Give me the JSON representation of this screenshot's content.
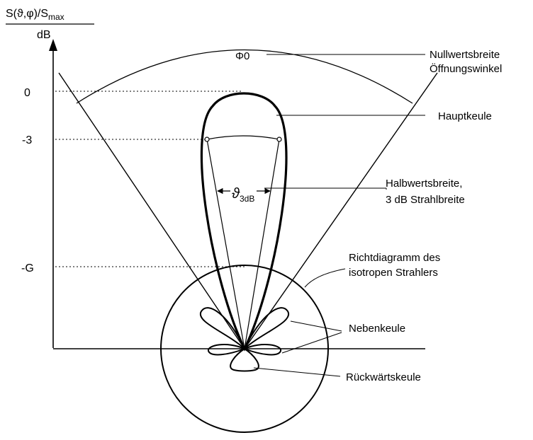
{
  "axis": {
    "ylabel_num": "S(ϑ,φ)/S",
    "ylabel_sub": "max",
    "ylabel_unit": "dB",
    "ticks": [
      "0",
      "-3",
      "-G"
    ]
  },
  "symbols": {
    "phi0": "Φ0",
    "theta": "ϑ",
    "theta_sub": "3dB"
  },
  "labels": {
    "nullwertsbreite": "Nullwertsbreite",
    "oeffnungswinkel": "Öffnungswinkel",
    "hauptkeule": "Hauptkeule",
    "halbwertsbreite": "Halbwertsbreite,",
    "strahlbreite": "3 dB Strahlbreite",
    "richtdiagramm": "Richtdiagramm des",
    "isotrop": "isotropen Strahlers",
    "nebenkeule": "Nebenkeule",
    "rueckwaertskeule": "Rückwärtskeule"
  }
}
